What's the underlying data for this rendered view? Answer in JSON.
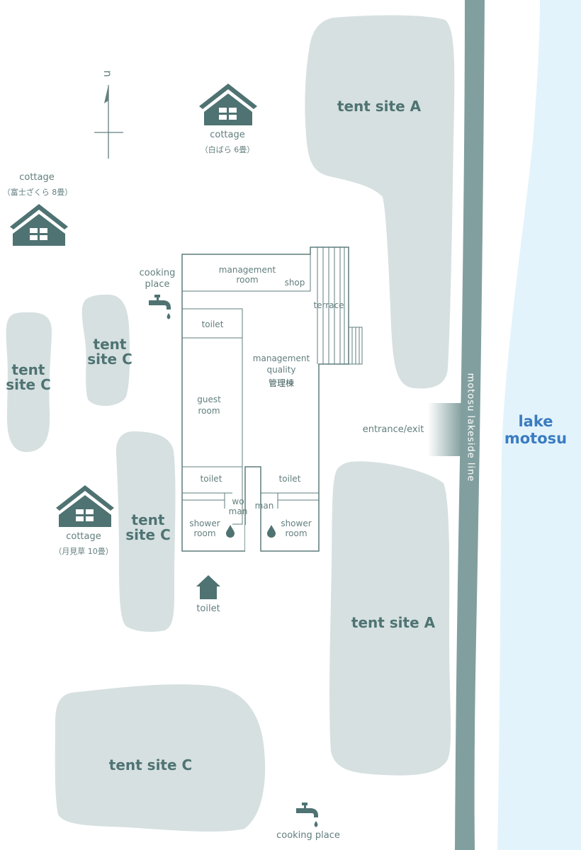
{
  "map": {
    "north_label": "n",
    "road_label": "motosu lakeside line",
    "lake_label": "lake\nmotosu",
    "entrance_label": "entrance/exit",
    "colors": {
      "site_fill": "#d6e0e0",
      "building_stroke": "#5f7c7c",
      "icon": "#4f7272",
      "road": "#829f9f",
      "lake": "#e3f3fc",
      "lake_text": "#3a7cc0",
      "label": "#637e7e"
    },
    "tent_sites": [
      {
        "name": "tent site A",
        "id": "tent-site-a-north"
      },
      {
        "name": "tent site A",
        "id": "tent-site-a-south"
      },
      {
        "name": "tent\nsite C",
        "id": "tent-site-c-upper-mid"
      },
      {
        "name": "tent\nsite C",
        "id": "tent-site-c-left"
      },
      {
        "name": "tent\nsite C",
        "id": "tent-site-c-middle"
      },
      {
        "name": "tent site C",
        "id": "tent-site-c-bottom"
      }
    ],
    "cottages": [
      {
        "label": "cottage",
        "sub": "（白ばら  6畳）",
        "icon": "house-icon"
      },
      {
        "label": "cottage",
        "sub": "（富士ざくら  8畳）",
        "icon": "house-icon"
      },
      {
        "label": "cottage",
        "sub": "（月見草  10畳）",
        "icon": "house-icon"
      }
    ],
    "cooking_places": [
      {
        "label": "cooking\nplace",
        "icon": "faucet-icon"
      },
      {
        "label": "cooking place",
        "icon": "faucet-icon"
      }
    ],
    "outdoor_toilet": {
      "label": "toilet",
      "icon": "house-icon"
    },
    "building": {
      "management_room": "management\nroom",
      "shop": "shop",
      "terrace": "terrace",
      "toilet_top": "toilet",
      "guest_room": "guest\nroom",
      "management_quality": "management\nquality",
      "management_jp": "管理棟",
      "toilet_women": "toilet",
      "toilet_men": "toilet",
      "woman": "wo\nman",
      "man": "man",
      "shower_women": "shower\nroom",
      "shower_men": "shower\nroom",
      "water_icon": "water-drop-icon"
    }
  }
}
